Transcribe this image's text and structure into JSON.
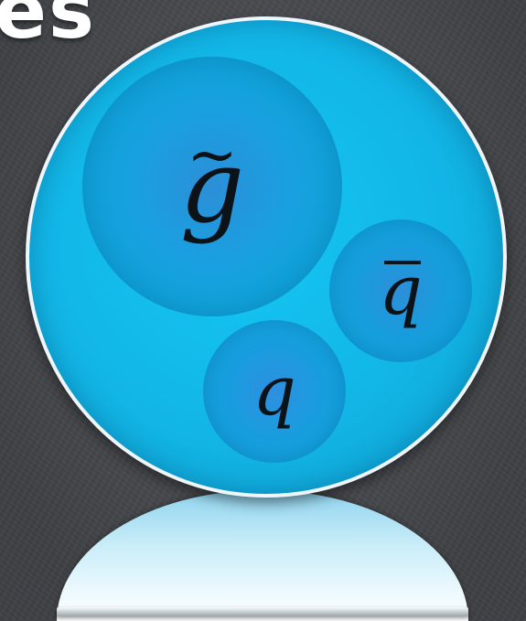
{
  "title_fragment": "es",
  "particles": {
    "gluino": {
      "symbol": "g",
      "accent": "~"
    },
    "antiquark": {
      "symbol": "q"
    },
    "quark": {
      "symbol": "q"
    }
  },
  "colors": {
    "background": "#4a4d52",
    "bubble": "#12b6e6",
    "bubble_border": "#eef6fb",
    "particle_core": "#2c8fd8",
    "base": "#c7ecf8",
    "text": "#ffffff"
  }
}
